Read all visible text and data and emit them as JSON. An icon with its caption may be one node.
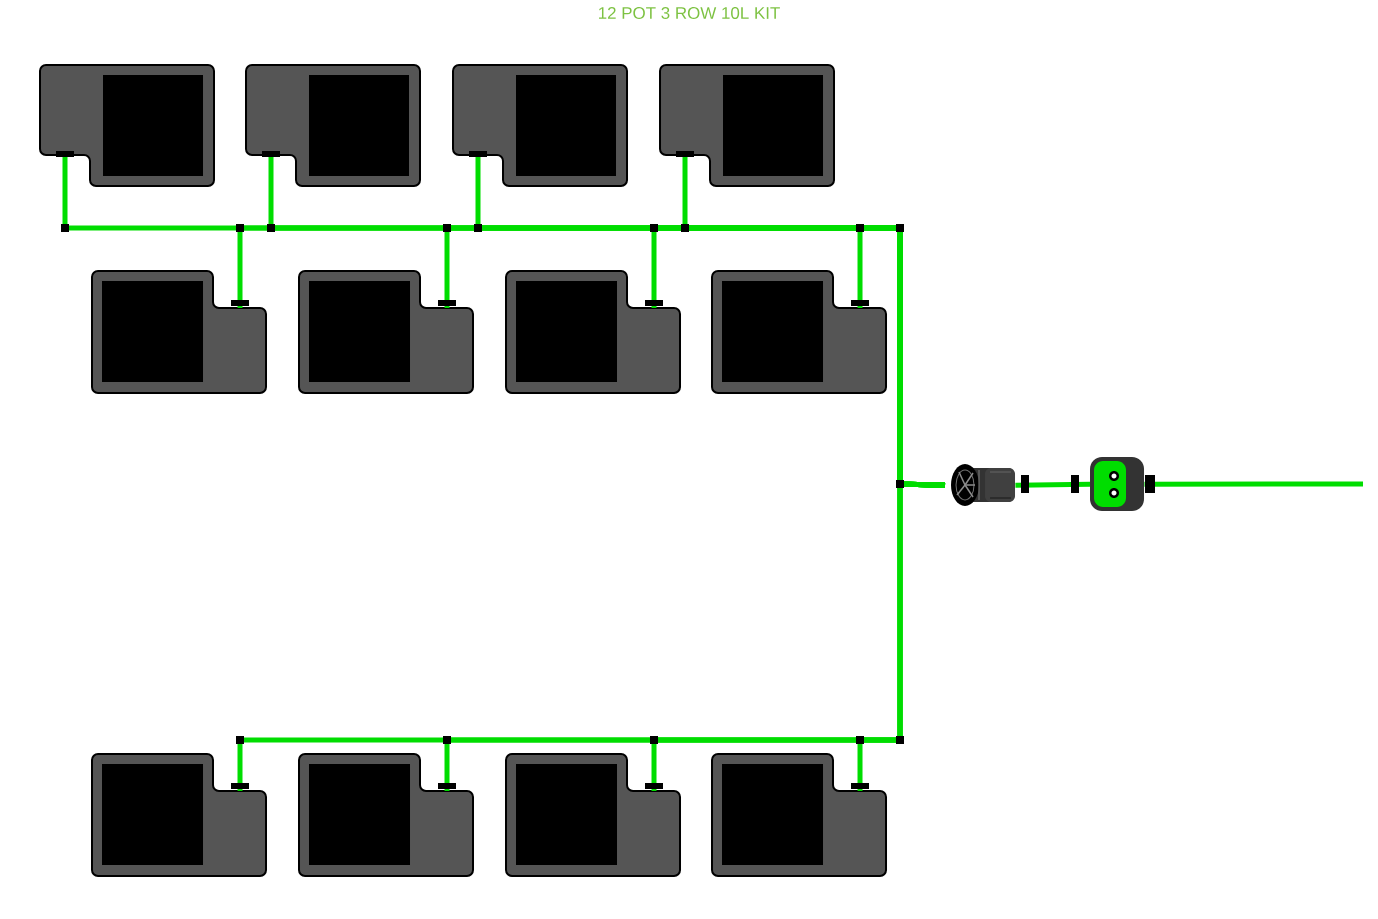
{
  "diagram": {
    "title": "12 POT 3 ROW 10L KIT",
    "nodes": [
      {
        "text": [],
        "shape": "box"
      },
      {
        "text": [],
        "shape": "box"
      },
      {
        "text": [],
        "shape": "box"
      },
      {
        "text": [],
        "shape": "box"
      },
      {
        "text": [],
        "shape": "box"
      },
      {
        "text": [],
        "shape": "box"
      },
      {
        "text": [],
        "shape": "box"
      },
      {
        "text": [],
        "shape": "box"
      },
      {
        "text": [],
        "shape": "box"
      },
      {
        "text": [],
        "shape": "box"
      },
      {
        "text": [],
        "shape": "box"
      },
      {
        "text": [],
        "shape": "box"
      },
      {
        "text": [],
        "shape": "cylinder"
      },
      {
        "text": [],
        "shape": "picture"
      }
    ],
    "edges": [
      {
        "from": 12,
        "to": 0,
        "arrow": "none"
      },
      {
        "from": 12,
        "to": 1,
        "arrow": "none"
      },
      {
        "from": 12,
        "to": 2,
        "arrow": "none"
      },
      {
        "from": 12,
        "to": 3,
        "arrow": "none"
      },
      {
        "from": 12,
        "to": 4,
        "arrow": "none"
      },
      {
        "from": 12,
        "to": 5,
        "arrow": "none"
      },
      {
        "from": 12,
        "to": 6,
        "arrow": "none"
      },
      {
        "from": 12,
        "to": 7,
        "arrow": "none"
      },
      {
        "from": 12,
        "to": 8,
        "arrow": "none"
      },
      {
        "from": 12,
        "to": 9,
        "arrow": "none"
      },
      {
        "from": 12,
        "to": 10,
        "arrow": "none"
      },
      {
        "from": 12,
        "to": 11,
        "arrow": "none"
      },
      {
        "from": 12,
        "to": 13,
        "arrow": "none"
      },
      {
        "from": 13,
        "to": null,
        "arrow": "none"
      }
    ]
  }
}
